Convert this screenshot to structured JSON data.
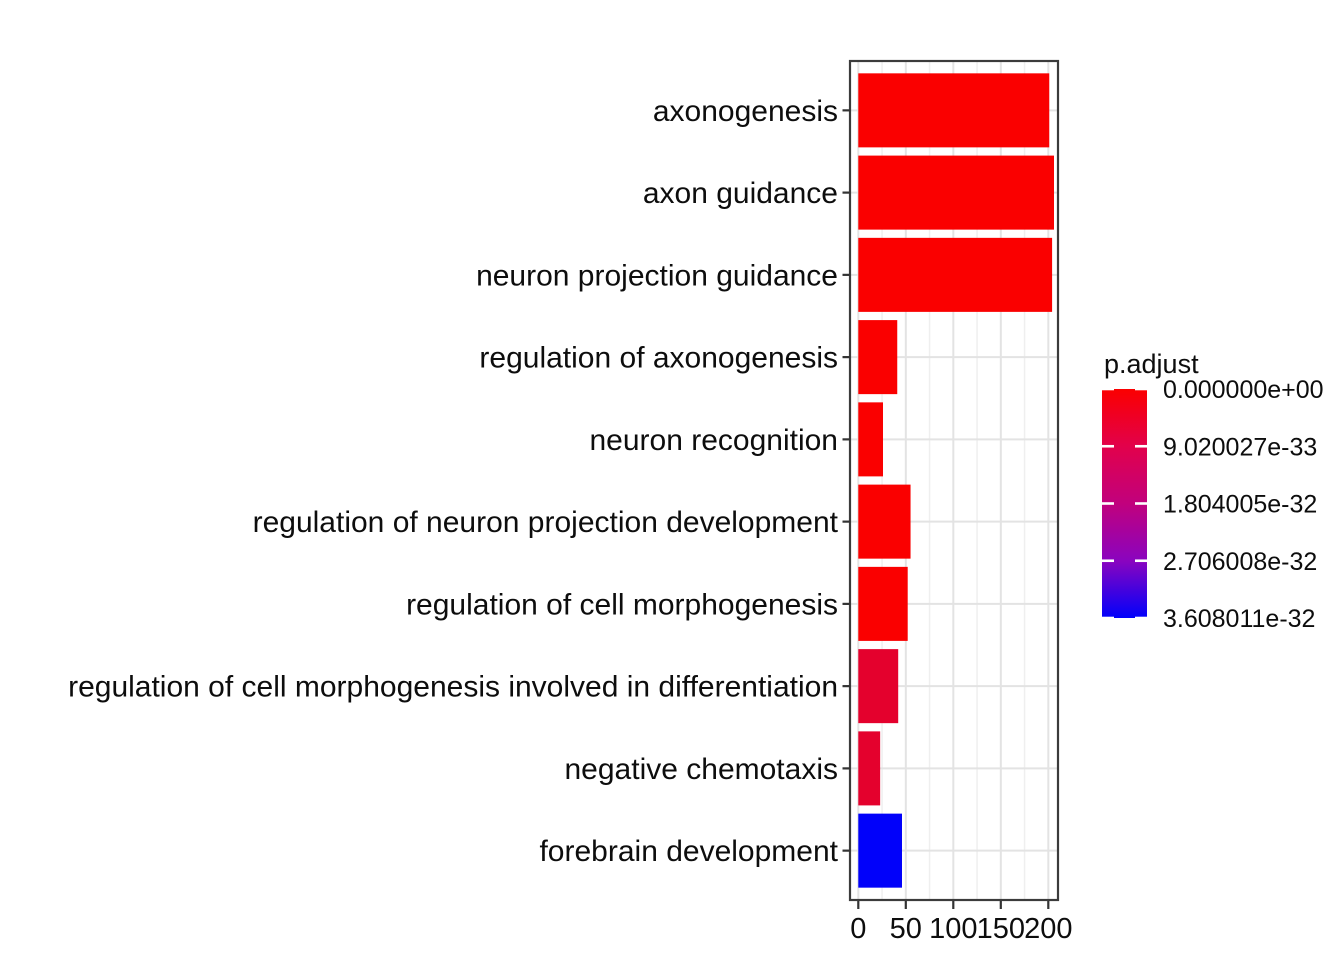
{
  "chart_data": {
    "type": "bar",
    "orientation": "horizontal",
    "title": "",
    "xlabel": "",
    "ylabel": "",
    "categories": [
      "axonogenesis",
      "axon guidance",
      "neuron projection guidance",
      "regulation of axonogenesis",
      "neuron recognition",
      "regulation of neuron projection development",
      "regulation of cell morphogenesis",
      "regulation of cell morphogenesis involved in differentiation",
      "negative chemotaxis",
      "forebrain development"
    ],
    "values": [
      201,
      206,
      204,
      41,
      26,
      55,
      52,
      42,
      23,
      46
    ],
    "bar_colors": [
      "#FA0000",
      "#FA0000",
      "#FA0000",
      "#FA0000",
      "#FA0000",
      "#FA0000",
      "#FA0000",
      "#E4012D",
      "#E4012D",
      "#0101FA"
    ],
    "x_ticks": [
      0,
      50,
      100,
      150,
      200
    ],
    "x_tick_labels": [
      "0",
      "50",
      "100",
      "150",
      "200"
    ],
    "x_minor_ticks": [
      25,
      75,
      125,
      175
    ],
    "xlim": [
      -9,
      210
    ],
    "grid": true,
    "legend": {
      "position": "right",
      "title": "p.adjust",
      "labels": [
        "0.000000e+00",
        "9.020027e-33",
        "1.804005e-32",
        "2.706008e-32",
        "3.608011e-32"
      ],
      "gradient_stops": [
        {
          "offset": 0.0,
          "color": "#FB0000"
        },
        {
          "offset": 0.25,
          "color": "#E2014B"
        },
        {
          "offset": 0.5,
          "color": "#C1017D"
        },
        {
          "offset": 0.75,
          "color": "#8A04BF"
        },
        {
          "offset": 1.0,
          "color": "#0101FB"
        }
      ]
    },
    "style": {
      "background": "#FFFFFF",
      "panel_background": "#FFFFFF",
      "panel_border": "#3B3B3B",
      "grid_major": "#E3E3E3",
      "grid_minor": "#EFEFEF",
      "axis_tick": "#333333",
      "text": "#0D0D0D",
      "legend_tick": "#FFFFFF"
    }
  }
}
